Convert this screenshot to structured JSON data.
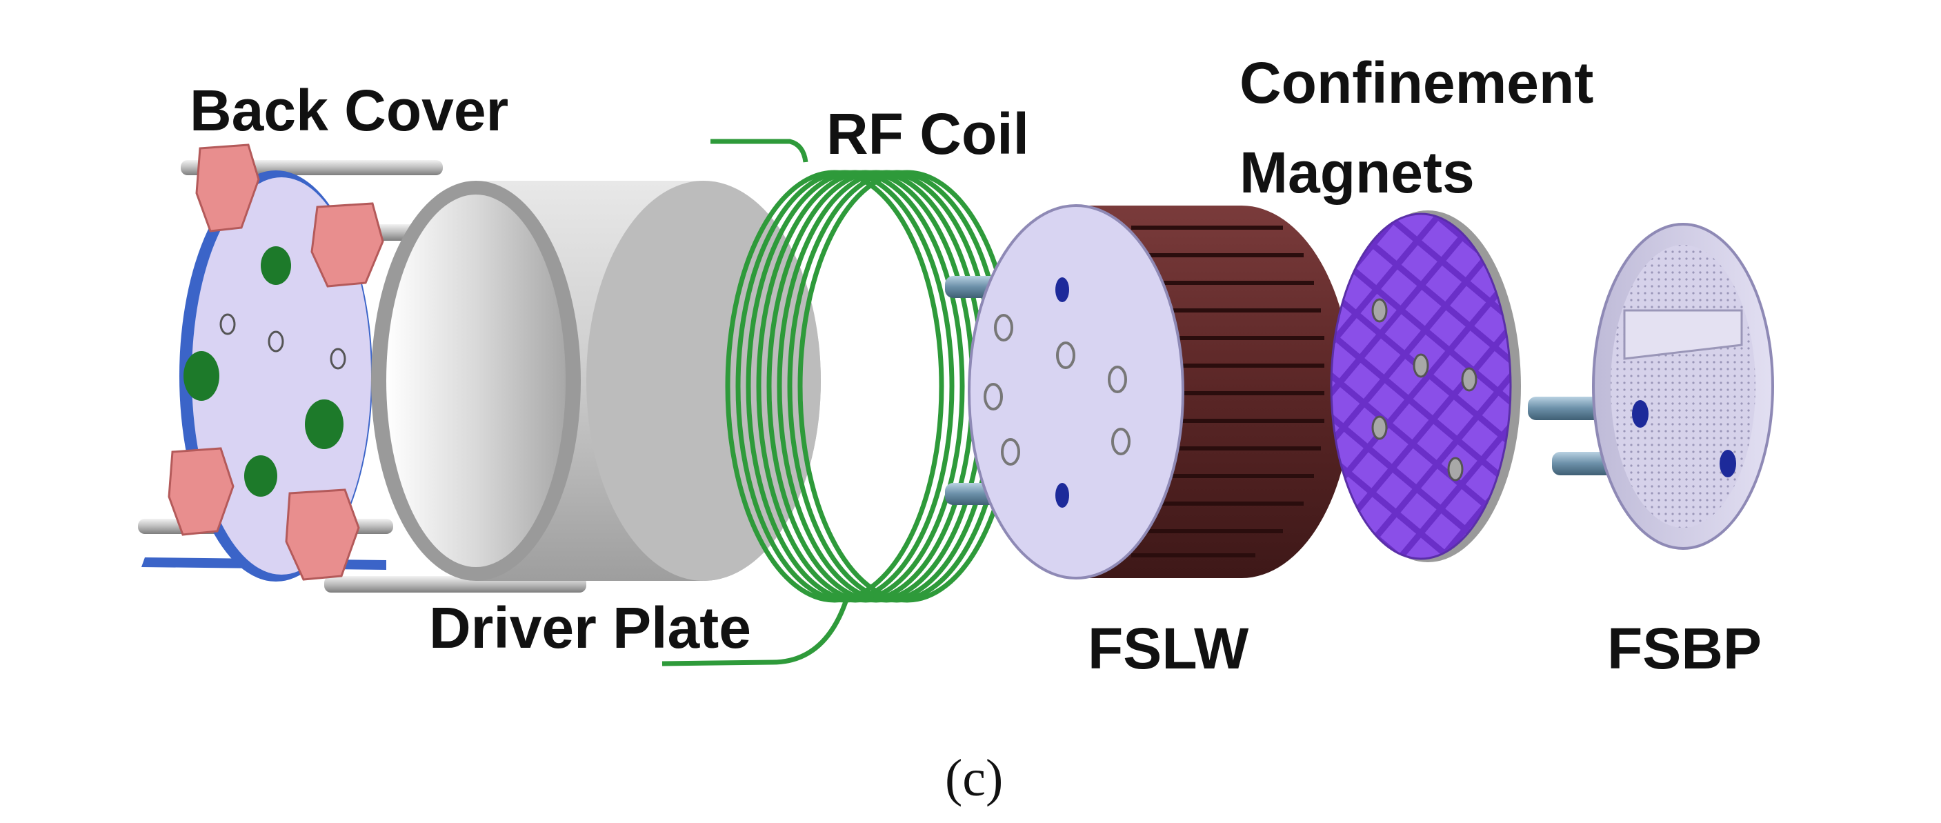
{
  "labels": {
    "back_cover": "Back Cover",
    "rf_coil": "RF Coil",
    "confinement_line1": "Confinement",
    "confinement_line2": "Magnets",
    "driver_plate": "Driver Plate",
    "fslw": "FSLW",
    "fsbp": "FSBP"
  },
  "caption": "(c)",
  "colors": {
    "back_cover_plate": "#d9d3f3",
    "back_cover_rim": "#3b64c8",
    "clamp": "#e88e8e",
    "green_port": "#1d7a2a",
    "driver_shell": "#c9c9c9",
    "rf_coil": "#2e9a3a",
    "fslw_face": "#d8d4f2",
    "fslw_body": "#5a2626",
    "magnet_disc": "#8a4fe8",
    "fsbp_disc": "#cfcbe6",
    "rod": "#6b8fa8",
    "rod_end": "#1d2a9a"
  }
}
